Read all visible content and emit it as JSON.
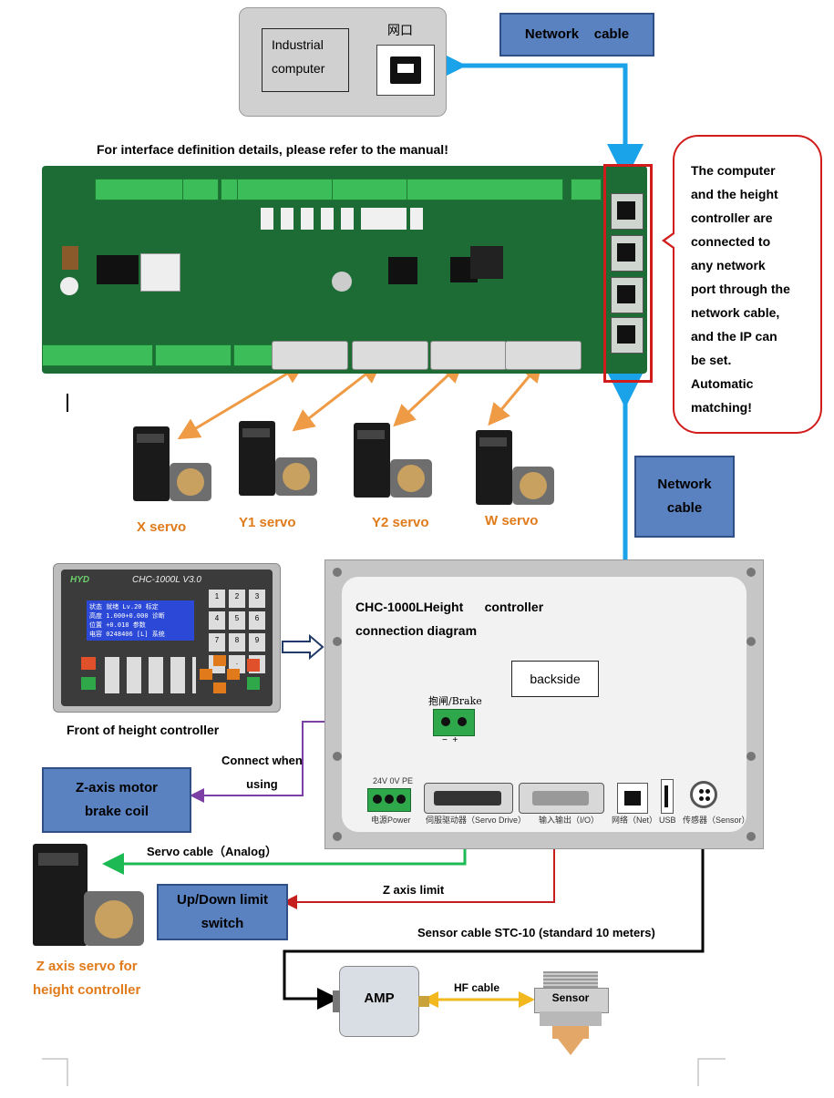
{
  "industrial_computer": {
    "label": "Industrial\ncomputer",
    "port_label": "网口"
  },
  "network_cable_top": "Network    cable",
  "network_cable_mid": "Network\ncable",
  "interface_note": "For interface definition details, please refer to the manual!",
  "callout": "The computer\nand the height\ncontroller are\nconnected to\nany network\nport through the\nnetwork cable,\nand the IP can\nbe set.\nAutomatic\nmatching!",
  "servos": [
    "X servo",
    "Y1 servo",
    "Y2 servo",
    "W servo"
  ],
  "front_label": "Front of height controller",
  "front_panel": {
    "model": "CHC-1000L V3.0",
    "brand": "HYD",
    "lcd_lines": [
      "状态 就绪 Lv.20 标定",
      "高度 1.000+0.000 诊断",
      "位置 +0.018 参数",
      "电容 0248406 [L] 系统"
    ],
    "keys": [
      "1",
      "2",
      "3",
      "4",
      "5",
      "6",
      "7",
      "8",
      "9",
      "0",
      ".",
      "←"
    ]
  },
  "backside": {
    "title_line1": "CHC-1000LHeight      controller",
    "title_line2": "connection diagram",
    "badge": "backside",
    "brake": "抱闸/Brake",
    "brake_polarity": "−  +",
    "power_top": "24V 0V PE",
    "power_label": "电源Power",
    "servo_drive": "伺服驱动器（Servo Drive）",
    "io_label": "输入输出（I/O）",
    "net_label": "网络（Net）",
    "usb_label": "USB",
    "sensor_label": "传感器（Sensor）"
  },
  "connect_when": "Connect when\nusing",
  "z_brake": "Z-axis motor\nbrake coil",
  "servo_cable": "Servo cable（Analog）",
  "up_down": "Up/Down limit\nswitch",
  "z_limit": "Z axis limit",
  "z_servo_label": "Z axis servo for\nheight controller",
  "sensor_cable": "Sensor cable STC-10 (standard 10 meters)",
  "amp": "AMP",
  "hf_cable": "HF cable",
  "sensor": "Sensor",
  "colors": {
    "blue_arrow": "#1aa3e8",
    "orange": "#ef9a44",
    "green": "#1db954",
    "purple": "#7b3fa6",
    "red": "#c41e1e",
    "yellow": "#f2b81e",
    "box_blue": "#5b82c0"
  }
}
